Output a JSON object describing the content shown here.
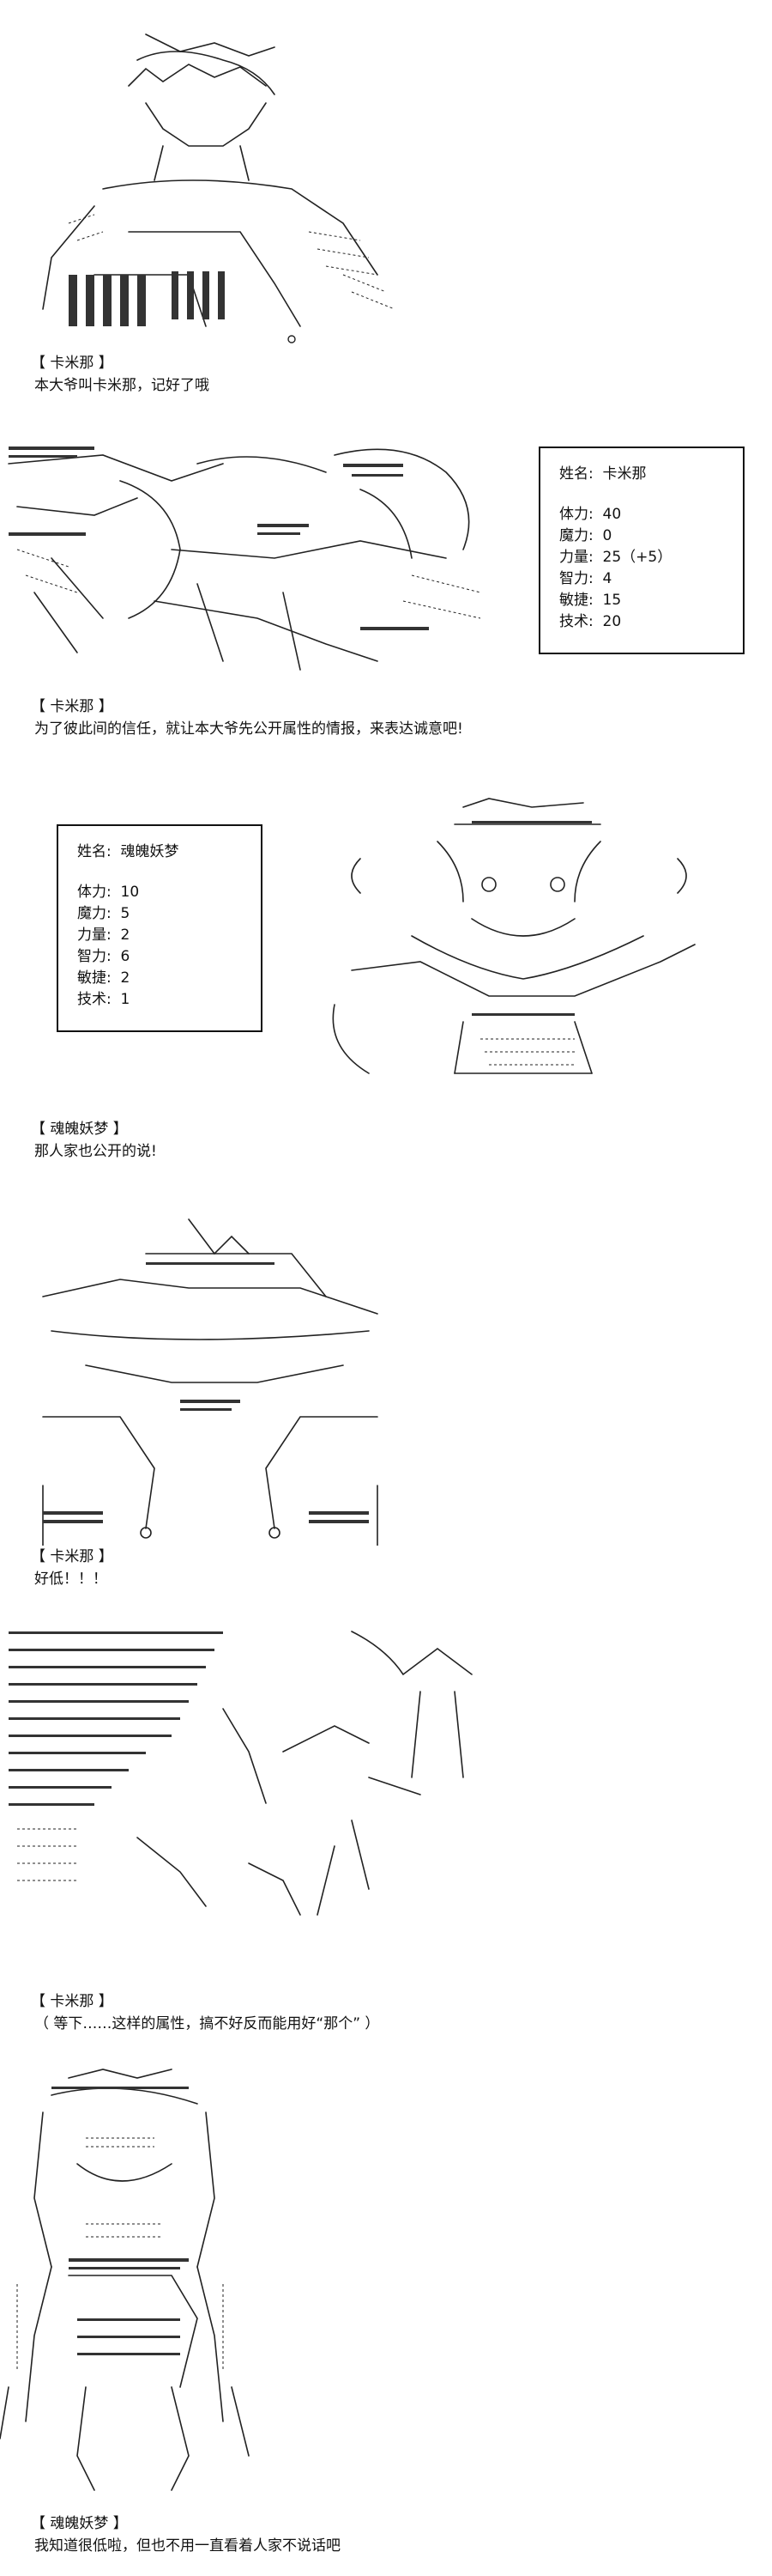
{
  "panels": [
    {
      "speaker": "【 卡米那 】",
      "line": "本大爷叫卡米那，记好了哦"
    },
    {
      "speaker": "【 卡米那 】",
      "line": "为了彼此间的信任，就让本大爷先公开属性的情报，来表达诚意吧!",
      "stats": {
        "name": "姓名:  卡米那",
        "rows": [
          "体力:  40",
          "魔力:  0",
          "力量:  25（+5）",
          "智力:  4",
          "敏捷:  15",
          "技术:  20"
        ]
      }
    },
    {
      "speaker": "【 魂魄妖梦 】",
      "line": "那人家也公开的说!",
      "stats": {
        "name": "姓名:  魂魄妖梦",
        "rows": [
          "体力:  10",
          "魔力:  5",
          "力量:  2",
          "智力:  6",
          "敏捷:  2",
          "技术:  1"
        ]
      }
    },
    {
      "speaker": "【 卡米那 】",
      "line": "好低！！！"
    },
    {
      "speaker": "【 卡米那 】",
      "line": "（ 等下……这样的属性，搞不好反而能用好“那个” ）"
    },
    {
      "speaker": "【 魂魄妖梦 】",
      "line": "我知道很低啦，但也不用一直看着人家不说话吧"
    }
  ]
}
